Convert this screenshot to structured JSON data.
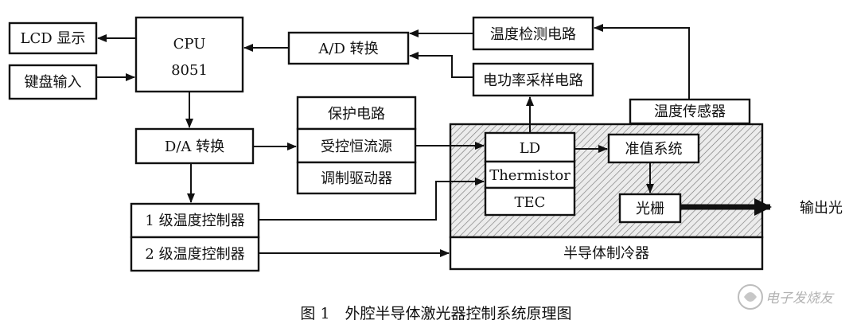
{
  "blocks": {
    "lcd": "LCD 显示",
    "keyboard": "键盘输入",
    "cpu_line1": "CPU",
    "cpu_line2": "8051",
    "adc": "A/D 转换",
    "temp_detect": "温度检测电路",
    "power_sample": "电功率采样电路",
    "temp_sensor": "温度传感器",
    "dac": "D/A 转换",
    "protect": "保护电路",
    "const_current": "受控恒流源",
    "mod_driver": "调制驱动器",
    "ld": "LD",
    "thermistor": "Thermistor",
    "tec": "TEC",
    "collimate": "准值系统",
    "grating": "光栅",
    "output_light": "输出光",
    "temp_ctrl_1": "1 级温度控制器",
    "temp_ctrl_2": "2 级温度控制器",
    "cooler": "半导体制冷器"
  },
  "caption": "图 1　外腔半导体激光器控制系统原理图",
  "watermark": "电子发烧友",
  "colors": {
    "line": "#111111",
    "background": "#ffffff",
    "hatch": "#777777"
  }
}
